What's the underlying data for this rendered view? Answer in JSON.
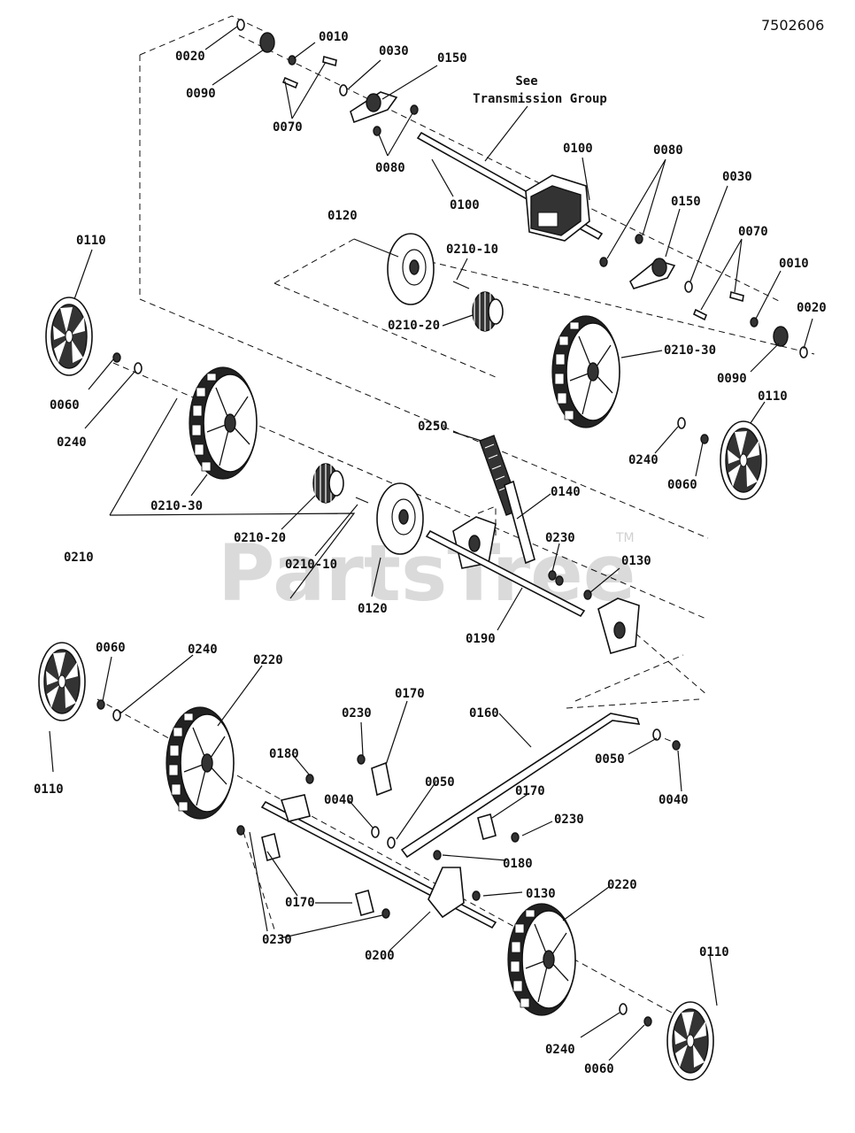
{
  "document_number": "7502606",
  "watermark": {
    "text": "PartsTree",
    "tm": "TM"
  },
  "transmission_note": {
    "line1": "See",
    "line2": "Transmission Group"
  },
  "labels": {
    "c0020a": "0020",
    "c0010a": "0010",
    "c0030a": "0030",
    "c0150a": "0150",
    "c0090a": "0090",
    "c0070a": "0070",
    "c0080a": "0080",
    "c0100a": "0100",
    "c0100b": "0100",
    "c0080b": "0080",
    "c0150b": "0150",
    "c0030b": "0030",
    "c0070b": "0070",
    "c0010b": "0010",
    "c0020b": "0020",
    "c0090b": "0090",
    "c0110a": "0110",
    "c0120a": "0120",
    "c0210_10a": "0210-10",
    "c0210_20a": "0210-20",
    "c0210_30a": "0210-30",
    "c0110b": "0110",
    "c0060a": "0060",
    "c0240a": "0240",
    "c0240b": "0240",
    "c0060b": "0060",
    "c0250": "0250",
    "c0140": "0140",
    "c0230a": "0230",
    "c0130a": "0130",
    "c0210_30b": "0210-30",
    "c0210_20b": "0210-20",
    "c0210_10b": "0210-10",
    "c0120b": "0120",
    "c0210": "0210",
    "c0190": "0190",
    "c0060c": "0060",
    "c0240c": "0240",
    "c0220a": "0220",
    "c0110c": "0110",
    "c0230b": "0230",
    "c0170a": "0170",
    "c0160": "0160",
    "c0180a": "0180",
    "c0040a": "0040",
    "c0050a": "0050",
    "c0050b": "0050",
    "c0040b": "0040",
    "c0170b": "0170",
    "c0230c": "0230",
    "c0180b": "0180",
    "c0170c": "0170",
    "c0130b": "0130",
    "c0220b": "0220",
    "c0230d": "0230",
    "c0200": "0200",
    "c0110d": "0110",
    "c0240d": "0240",
    "c0060d": "0060"
  }
}
